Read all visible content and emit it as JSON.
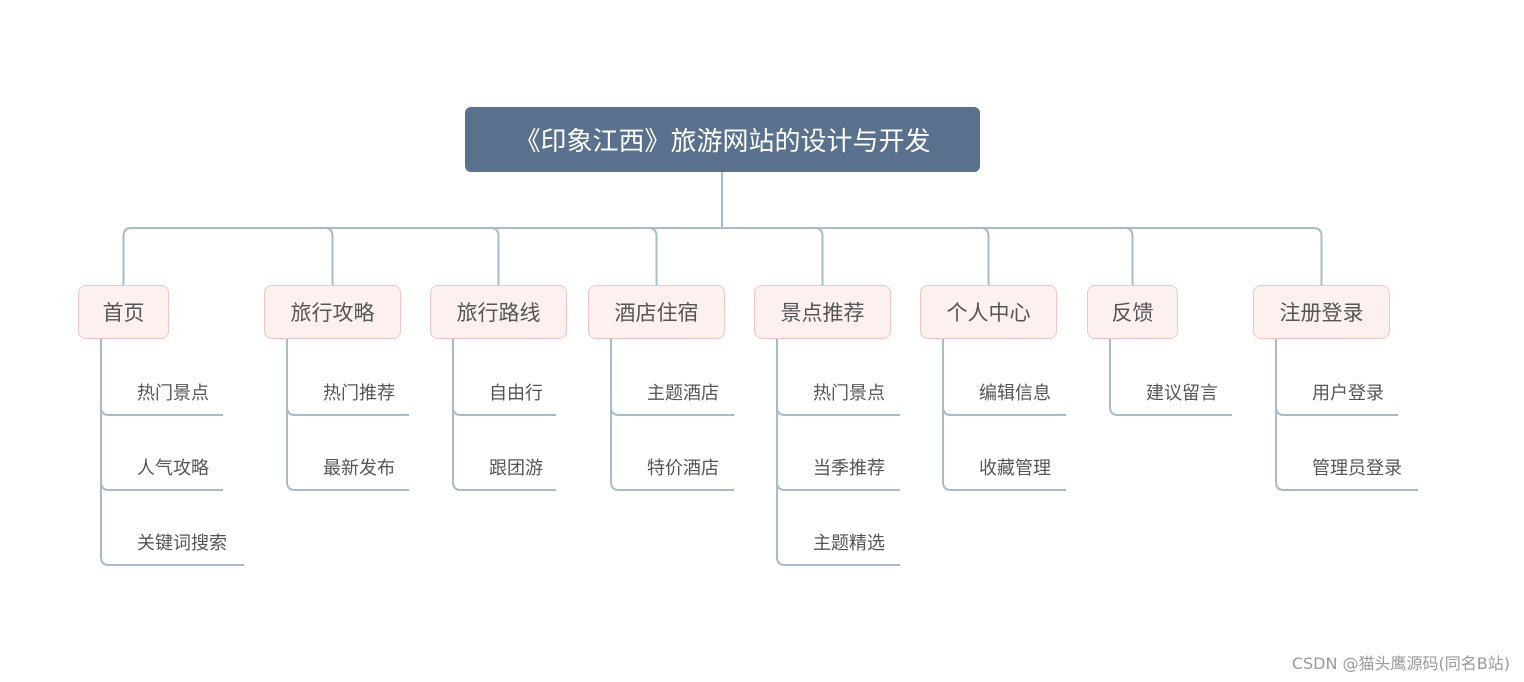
{
  "root": {
    "label": "《印象江西》旅游网站的设计与开发"
  },
  "branches": [
    {
      "label": "首页",
      "children": [
        "热门景点",
        "人气攻略",
        "关键词搜索"
      ]
    },
    {
      "label": "旅行攻略",
      "children": [
        "热门推荐",
        "最新发布"
      ]
    },
    {
      "label": "旅行路线",
      "children": [
        "自由行",
        "跟团游"
      ]
    },
    {
      "label": "酒店住宿",
      "children": [
        "主题酒店",
        "特价酒店"
      ]
    },
    {
      "label": "景点推荐",
      "children": [
        "热门景点",
        "当季推荐",
        "主题精选"
      ]
    },
    {
      "label": "个人中心",
      "children": [
        "编辑信息",
        "收藏管理"
      ]
    },
    {
      "label": "反馈",
      "children": [
        "建议留言"
      ]
    },
    {
      "label": "注册登录",
      "children": [
        "用户登录",
        "管理员登录"
      ]
    }
  ],
  "watermark": "CSDN @猫头鹰源码(同名B站)",
  "colors": {
    "root_fill": "#5a718d",
    "branch_fill": "#fdf1f0",
    "branch_border": "#f2c4c4",
    "connector": "#a6bccd",
    "text": "#555555"
  }
}
